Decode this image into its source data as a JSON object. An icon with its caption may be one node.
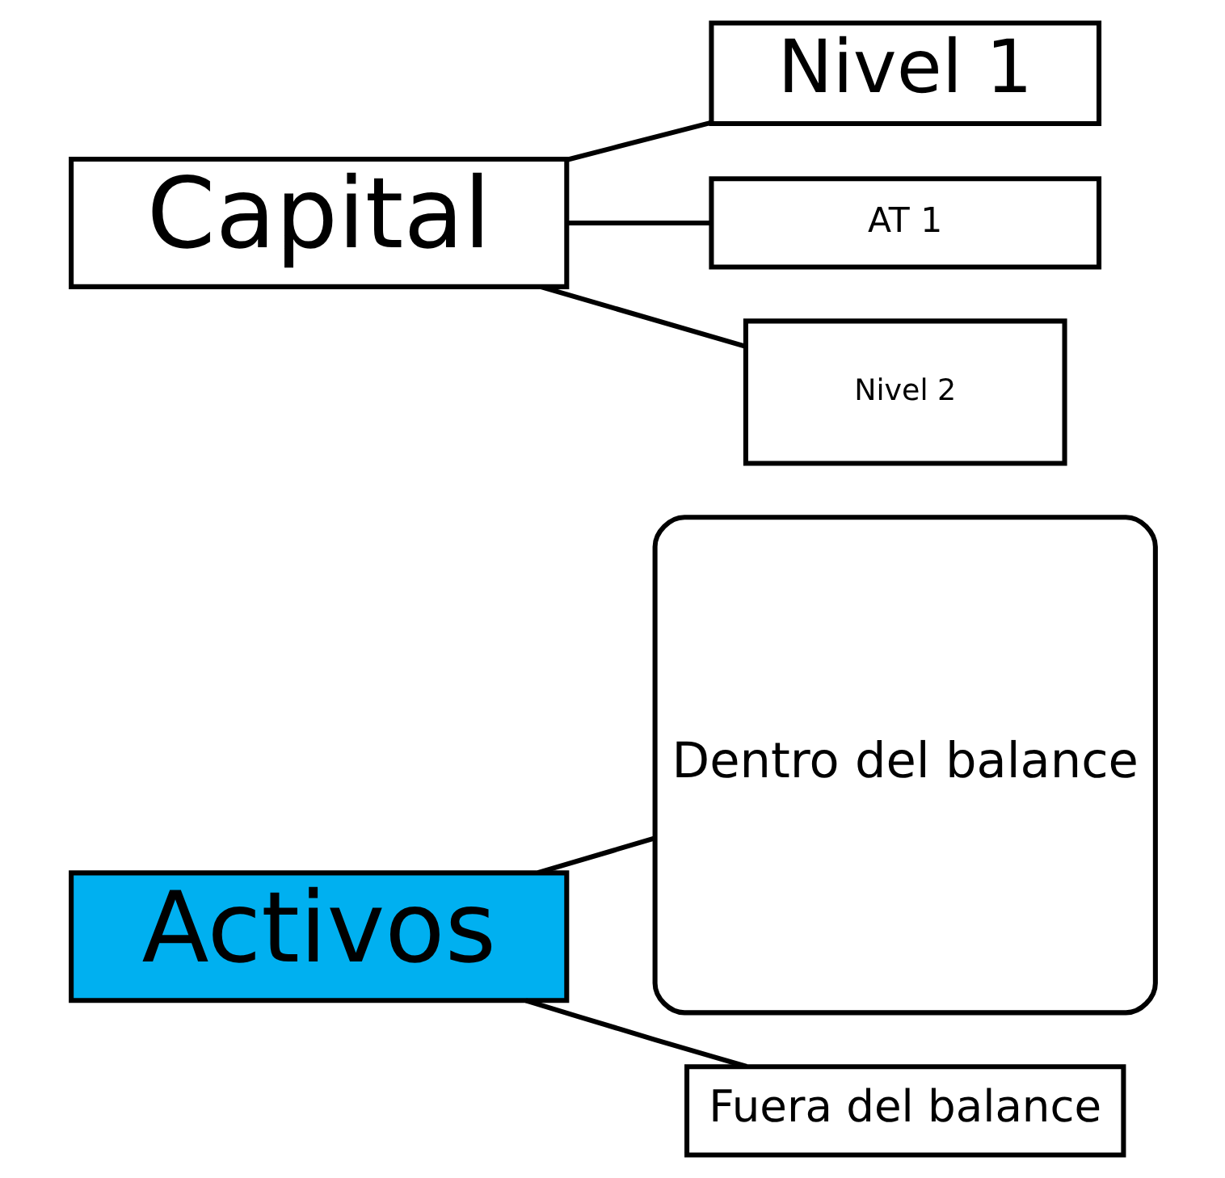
{
  "diagram": {
    "nodes": [
      {
        "text": [
          "Activos"
        ]
      },
      {
        "text": [
          "Dentro del balance"
        ]
      },
      {
        "text": [
          "Fuera del balance"
        ]
      },
      {
        "text": [
          "Capital"
        ]
      },
      {
        "text": [
          "Nivel 1"
        ]
      },
      {
        "text": [
          "AT 1"
        ]
      },
      {
        "text": [
          "Nivel 2"
        ]
      }
    ],
    "edges": [
      {
        "from": 0,
        "to": 1,
        "arrow": "none"
      },
      {
        "from": 0,
        "to": 2,
        "arrow": "none"
      },
      {
        "from": 3,
        "to": 4,
        "arrow": "none"
      },
      {
        "from": 3,
        "to": 5,
        "arrow": "none"
      },
      {
        "from": 3,
        "to": 6,
        "arrow": "none"
      }
    ]
  }
}
